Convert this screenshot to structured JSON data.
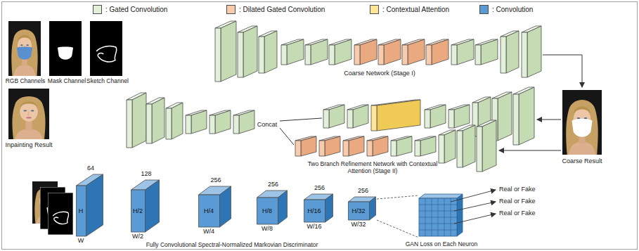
{
  "diagram": {
    "nodes": [
      {
        "text": [
          "64",
          "H",
          "W"
        ]
      },
      {
        "text": [
          "128",
          "H/2",
          "W/2"
        ]
      },
      {
        "text": [
          "256",
          "H/4",
          "W/4"
        ]
      },
      {
        "text": [
          "256",
          "H/8",
          "W/8"
        ]
      },
      {
        "text": [
          "256",
          "H/16",
          "W/16"
        ]
      },
      {
        "text": [
          "256",
          "H/32",
          "W/32"
        ]
      }
    ],
    "labels": [
      "RGB Channels",
      "Mask Channel",
      "Sketch Channel",
      "Coarse Network (Stage I)",
      "Coarse Result",
      "Concat",
      "Two Branch Refinement Network with Contextual Attention (Stage II)",
      "Inpainting Result",
      "Fully Convolutional Spectral-Normalized Markovian Discriminator",
      "GAN Loss on Each Neuron",
      "Real or Fake",
      "Real or Fake",
      "Real or Fake"
    ],
    "legend": [
      {
        "text": ": Gated Convolution",
        "color": "#e2efd9"
      },
      {
        "text": ": Dilated Gated Convolution",
        "color": "#f8cbad"
      },
      {
        "text": ": Contextual Attention",
        "color": "#ffe699"
      },
      {
        "text": ": Convolution",
        "color": "#5b9bd5"
      }
    ]
  }
}
